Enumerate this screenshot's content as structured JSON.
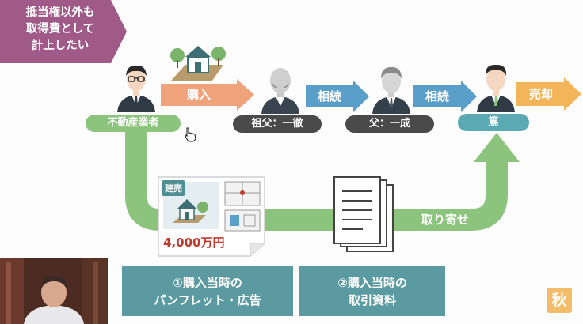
{
  "corner_note": {
    "lines": [
      "抵当権以外も",
      "取得費として",
      "計上したい"
    ]
  },
  "flow": {
    "people": [
      {
        "label": "不動産業者"
      },
      {
        "label": "祖父：一徹"
      },
      {
        "label": "父：一成"
      },
      {
        "label": "篤"
      }
    ],
    "arrows": [
      {
        "label": "購入"
      },
      {
        "label": "相続"
      },
      {
        "label": "相続"
      },
      {
        "label": "売却"
      }
    ],
    "return_arrow_label": "取り寄せ"
  },
  "flyer": {
    "badge": "建売",
    "price": "4,000万円"
  },
  "documents": [
    {
      "lines": [
        "①購入当時の",
        "パンフレット・広告"
      ]
    },
    {
      "lines": [
        "②購入当時の",
        "取引資料"
      ]
    }
  ],
  "watermark": "秋",
  "colors": {
    "corner": "#a05a88",
    "buy_arrow": "#f0a37b",
    "inherit_arrow": "#5a9fca",
    "sell_arrow": "#f2b55a",
    "green": "#8cc47e",
    "dark_label": "#4a4a4a",
    "teal_label": "#5aa9b3",
    "box": "#5b9aa0"
  }
}
